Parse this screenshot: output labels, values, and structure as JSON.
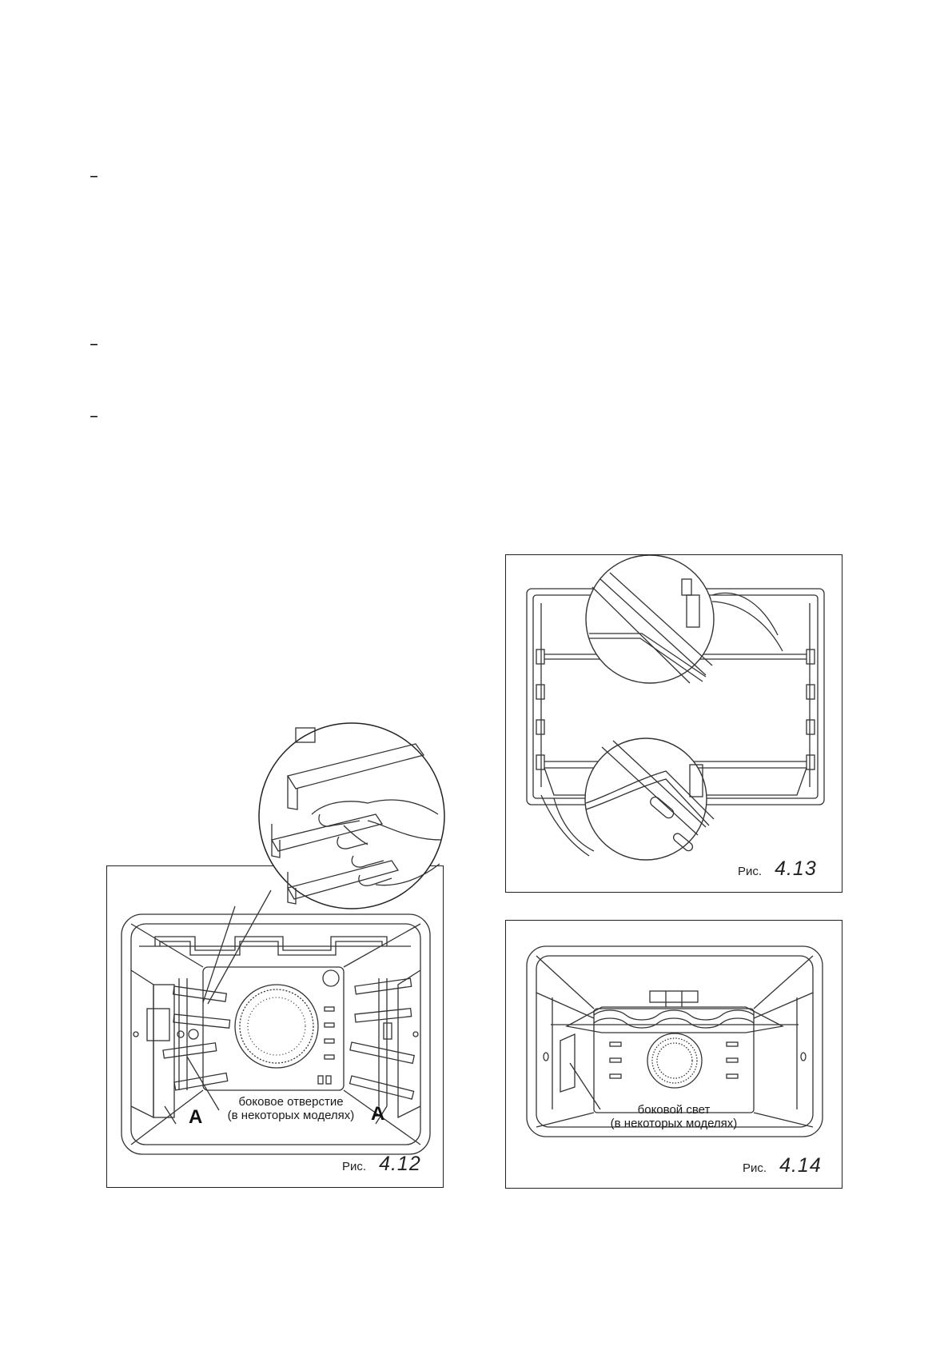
{
  "bullets": [
    "–",
    "–",
    "–"
  ],
  "figures": {
    "fig_4_12": {
      "label": "Рис.",
      "number": "4.12",
      "annotation_line1": "боковое отверстие",
      "annotation_line2": "(в некоторых моделях)",
      "marker_left": "A",
      "marker_right": "A"
    },
    "fig_4_13": {
      "label": "Рис.",
      "number": "4.13"
    },
    "fig_4_14": {
      "label": "Рис.",
      "number": "4.14",
      "annotation_line1": "боковой свет",
      "annotation_line2": "(в некоторых моделях)"
    }
  }
}
